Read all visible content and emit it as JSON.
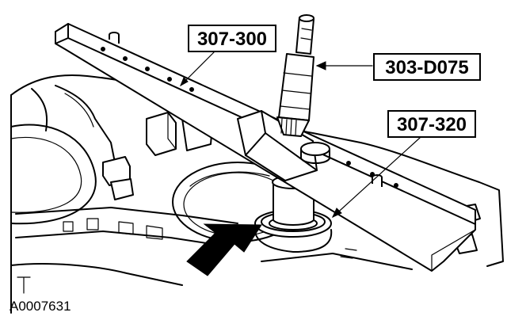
{
  "callouts": {
    "installer_bar": "307-300",
    "handle_tool": "303-D075",
    "seal_installer": "307-320"
  },
  "figure_id": "A0007631"
}
